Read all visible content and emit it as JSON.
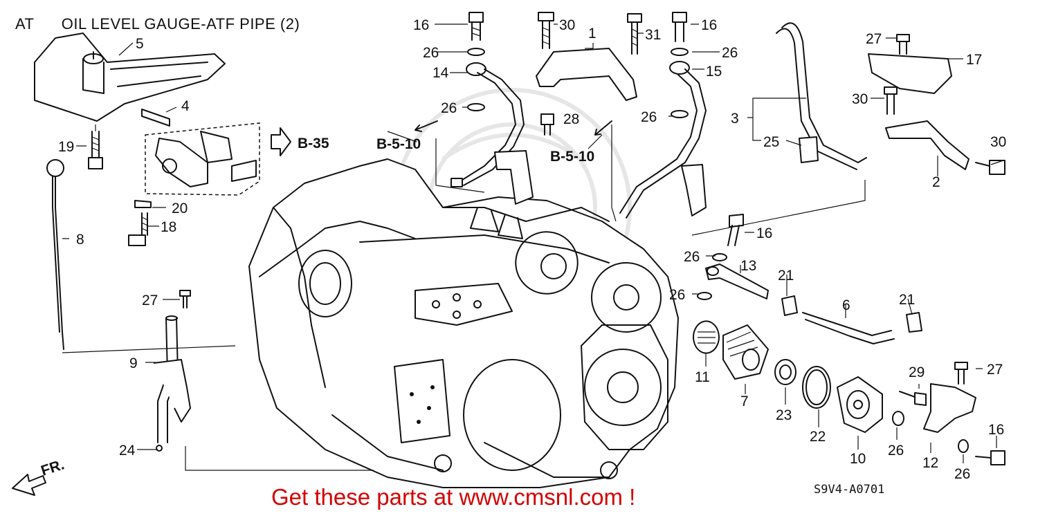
{
  "header": {
    "model_code": "AT",
    "title": "OIL LEVEL GAUGE-ATF PIPE (2)"
  },
  "footer": {
    "catalog_number": "S9V4-A0701",
    "promo_text": "Get these parts at www.cmsnl.com !"
  },
  "direction_marker": "FR.",
  "references": {
    "ref_b35": "B-35",
    "ref_b510_left": "B-5-10",
    "ref_b510_right": "B-5-10"
  },
  "callouts": {
    "c16a": "16",
    "c26a": "26",
    "c14": "14",
    "c26b": "26",
    "c30a": "30",
    "c1": "1",
    "c28": "28",
    "c31": "31",
    "c16b": "16",
    "c26c": "26",
    "c15": "15",
    "c26d": "26",
    "c3": "3",
    "c25": "25",
    "c27a": "27",
    "c17": "17",
    "c30b": "30",
    "c30c": "30",
    "c2": "2",
    "c5": "5",
    "c4": "4",
    "c19": "19",
    "c8": "8",
    "c20": "20",
    "c18": "18",
    "c27b": "27",
    "c9": "9",
    "c24": "24",
    "c16c": "16",
    "c26e": "26",
    "c13": "13",
    "c26f": "26",
    "c21a": "21",
    "c21b": "21",
    "c6": "6",
    "c11": "11",
    "c7": "7",
    "c23": "23",
    "c22": "22",
    "c10": "10",
    "c26g": "26",
    "c29": "29",
    "c27c": "27",
    "c12": "12",
    "c16d": "16",
    "c26h": "26"
  },
  "colors": {
    "line_art": "#111111",
    "background": "#ffffff",
    "promo": "#d40000"
  }
}
